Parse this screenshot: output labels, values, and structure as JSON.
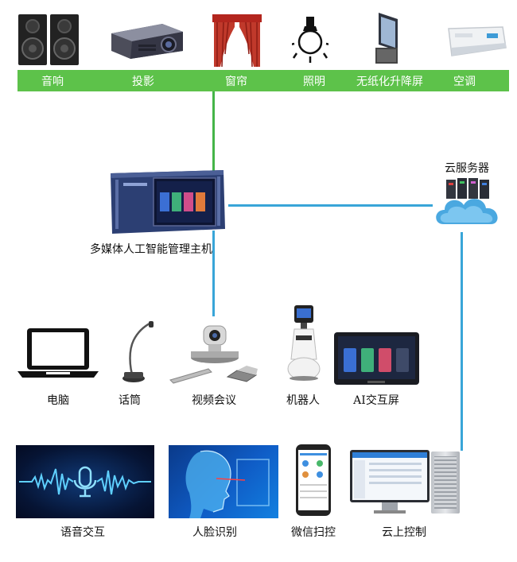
{
  "top_devices": [
    {
      "label": "音响",
      "icon": "speakers-icon"
    },
    {
      "label": "投影",
      "icon": "projector-icon"
    },
    {
      "label": "窗帘",
      "icon": "curtain-icon"
    },
    {
      "label": "照明",
      "icon": "lightbulb-icon"
    },
    {
      "label": "无纸化升降屏",
      "icon": "lift-screen-icon"
    },
    {
      "label": "空调",
      "icon": "air-conditioner-icon"
    }
  ],
  "host": {
    "label": "多媒体人工智能管理主机",
    "icon": "rack-host-icon"
  },
  "cloud": {
    "label": "云服务器",
    "icon": "cloud-server-icon"
  },
  "middle_devices": [
    {
      "label": "电脑",
      "icon": "laptop-icon"
    },
    {
      "label": "话筒",
      "icon": "microphone-icon"
    },
    {
      "label": "视频会议",
      "icon": "video-conference-icon"
    },
    {
      "label": "机器人",
      "icon": "robot-icon"
    },
    {
      "label": "AI交互屏",
      "icon": "ai-touch-screen-icon"
    }
  ],
  "bottom_devices": [
    {
      "label": "语音交互",
      "icon": "voice-interaction-icon"
    },
    {
      "label": "人脸识别",
      "icon": "face-recognition-icon"
    },
    {
      "label": "微信扫控",
      "icon": "wechat-scan-icon"
    },
    {
      "label": "云上控制",
      "icon": "cloud-control-icon"
    }
  ],
  "colors": {
    "bar": "#5dc24a",
    "link_green": "#45b548",
    "link_blue": "#39a5d8",
    "host_body": "#2c3f73"
  }
}
